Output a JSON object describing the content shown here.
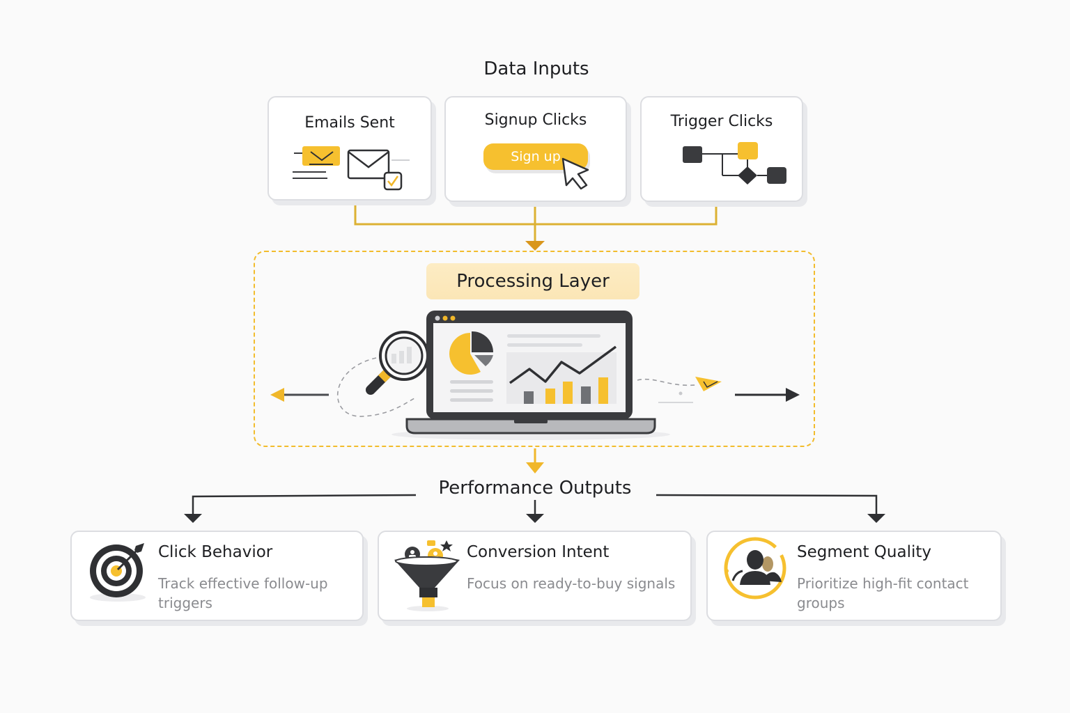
{
  "diagram": {
    "inputs_title": "Data Inputs",
    "inputs": [
      {
        "label": "Emails Sent",
        "icon": "envelope-check-icon"
      },
      {
        "label": "Signup Clicks",
        "icon": "cursor-icon",
        "button_label": "Sign up"
      },
      {
        "label": "Trigger Clicks",
        "icon": "workflow-icon"
      }
    ],
    "processing": {
      "label": "Processing Layer",
      "icon": "laptop-dashboard-icon"
    },
    "outputs_title": "Performance Outputs",
    "outputs": [
      {
        "title": "Click Behavior",
        "description": "Track effective follow-up triggers",
        "icon": "target-icon"
      },
      {
        "title": "Conversion Intent",
        "description": "Focus on ready-to-buy signals",
        "icon": "funnel-icon"
      },
      {
        "title": "Segment Quality",
        "description": "Prioritize high-fit contact groups",
        "icon": "users-icon"
      }
    ],
    "colors": {
      "accent": "#f6c02f",
      "dark": "#3a3b3e",
      "connector_gold": "#d9a21f",
      "muted_text": "#8a8b8f"
    }
  }
}
